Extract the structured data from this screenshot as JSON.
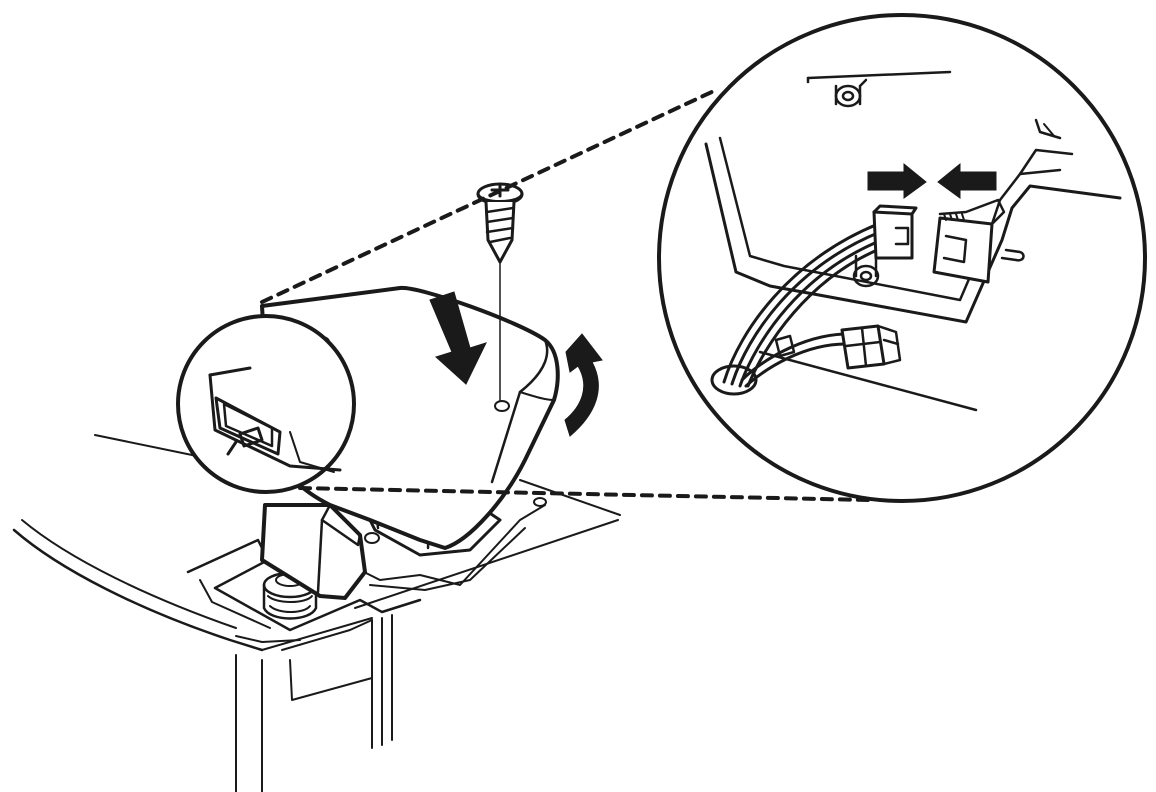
{
  "figure": {
    "kind": "installation-illustration",
    "colors": {
      "ink": "#1a1a1a",
      "background": "#ffffff"
    },
    "parts": [
      "appliance-top",
      "hinge-cover",
      "cover-screw",
      "hinge",
      "switch-detail-callout",
      "wire-connector-detail-callout"
    ],
    "icons": [
      "press-down-arrow-icon",
      "rotate-arrow-icon",
      "push-together-arrow-left-icon",
      "push-together-arrow-right-icon"
    ]
  }
}
